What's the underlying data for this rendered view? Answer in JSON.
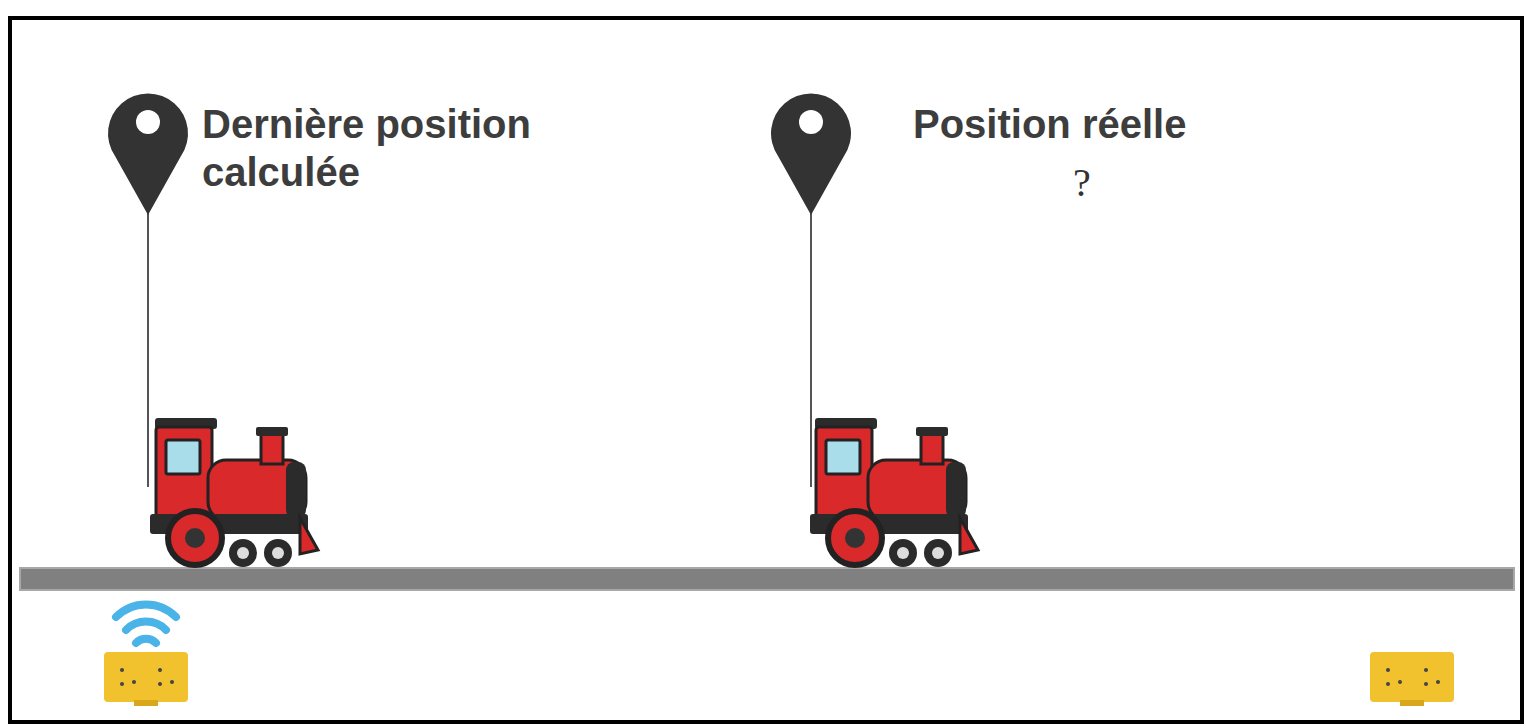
{
  "diagram": {
    "labels": [
      "Dernière position calculée",
      "Position réelle",
      "?"
    ]
  }
}
